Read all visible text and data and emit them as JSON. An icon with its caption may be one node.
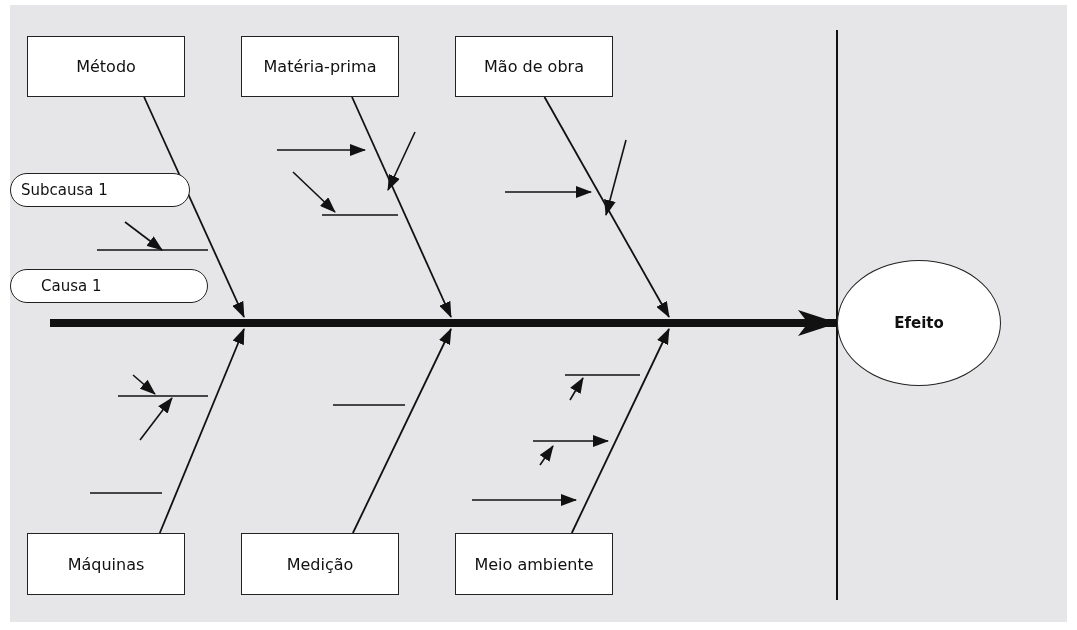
{
  "diagram": {
    "nodes": [
      {
        "text": [
          "Método"
        ]
      },
      {
        "text": [
          "Matéria-prima"
        ]
      },
      {
        "text": [
          "Mão de obra"
        ]
      },
      {
        "text": [
          "Subcausa 1"
        ]
      },
      {
        "text": [
          "Causa 1"
        ]
      },
      {
        "text": [
          "Efeito"
        ]
      },
      {
        "text": [
          "Máquinas"
        ]
      },
      {
        "text": [
          "Medição"
        ]
      },
      {
        "text": [
          "Meio ambiente"
        ]
      }
    ],
    "edges": [
      {
        "from": null,
        "to": 5,
        "arrow": "to",
        "style": "thick"
      },
      {
        "from": 0,
        "to": null,
        "arrow": "to"
      },
      {
        "from": 1,
        "to": null,
        "arrow": "to"
      },
      {
        "from": 2,
        "to": null,
        "arrow": "to"
      },
      {
        "from": 6,
        "to": null,
        "arrow": "to"
      },
      {
        "from": 7,
        "to": null,
        "arrow": "to"
      },
      {
        "from": 8,
        "to": null,
        "arrow": "to"
      }
    ]
  }
}
